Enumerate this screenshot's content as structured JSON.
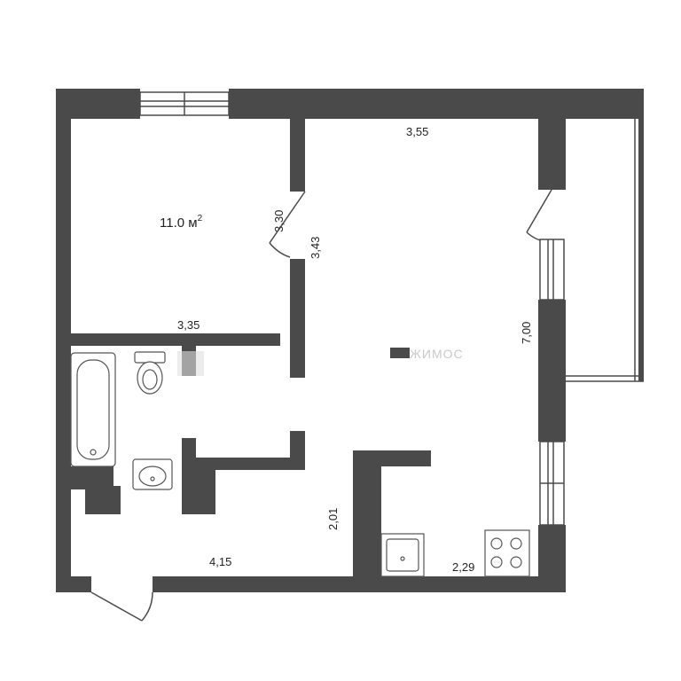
{
  "room_area": {
    "value": "11.0 м",
    "sup": "2"
  },
  "dimensions": {
    "d_3_55": "3,55",
    "d_3_30": "3,30",
    "d_3_43": "3,43",
    "d_7_00": "7,00",
    "d_3_35": "3,35",
    "d_2_01": "2,01",
    "d_4_15": "4,15",
    "d_2_29": "2,29"
  },
  "watermark": {
    "text": "ЖИМОС"
  },
  "colors": {
    "wall": "#4a4a4a",
    "background": "#ffffff"
  }
}
